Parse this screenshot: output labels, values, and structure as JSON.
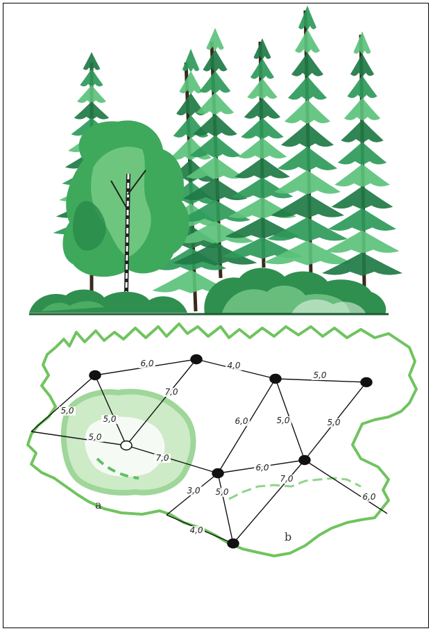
{
  "colors": {
    "spruce_dark": "#1f7a45",
    "spruce_mid": "#2e9a5a",
    "spruce_light": "#5cc27c",
    "birch_green": "#3ea95b",
    "crown_outline": "#6fc45e",
    "shrub": "#2f8f4f",
    "ground": "#1d5a32",
    "node_filled": "#111111",
    "node_empty": "#ffffff"
  },
  "plan": {
    "zone_labels": [
      "a",
      "b"
    ],
    "node_style": [
      "filled",
      "filled",
      "filled",
      "filled",
      "empty",
      "filled",
      "filled",
      "filled"
    ],
    "distances": [
      "6,0",
      "4,0",
      "5,0",
      "5,0",
      "5,0",
      "7,0",
      "5,0",
      "7,0",
      "6,0",
      "6,0",
      "5,0",
      "5,0",
      "3,0",
      "5,0",
      "7,0",
      "4,0",
      "6,0"
    ]
  }
}
